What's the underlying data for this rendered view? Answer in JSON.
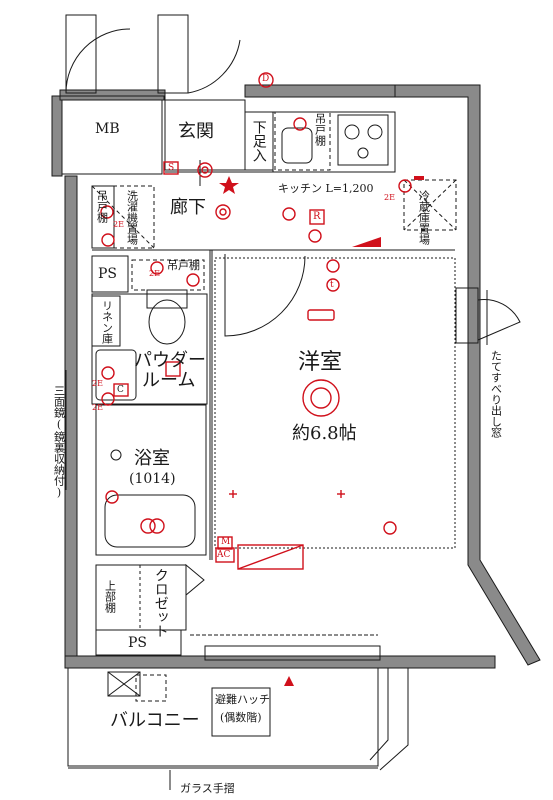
{
  "rooms": {
    "mb": "MB",
    "entrance": "玄関",
    "shoe_box": "下足入",
    "hanging_shelf_entry": "吊戸棚",
    "kitchen": "キッチン L=1,200",
    "fridge": "冷蔵庫置場",
    "hallway": "廊下",
    "hanging_shelf_small": "吊戸棚",
    "washer": "洗濯機置場",
    "ps_top": "PS",
    "hanging_shelf_powder": "吊戸棚",
    "linen": "リネン庫",
    "powder_room_1": "パウダー",
    "powder_room_2": "ルーム",
    "western_room": "洋室",
    "western_size": "約6.8帖",
    "bathroom": "浴室",
    "bath_size": "(1014)",
    "upper_shelf": "上部棚",
    "closet": "クロゼット",
    "ps_bottom": "PS",
    "balcony": "バルコニー",
    "escape_hatch_1": "避難ハッチ",
    "escape_hatch_2": "(偶数階)",
    "window_note": "たてすべり出し窓",
    "mirror_note": "三面鏡(鏡裏収納付)",
    "glass_rail": "ガラス手摺"
  },
  "symbols": {
    "d_label": "D",
    "r_label": "R",
    "t_label": "t",
    "m_label": "M",
    "ac_label": "AC",
    "c_label": "C",
    "s_label": "S",
    "two_e_1": "2E",
    "two_e_2": "2E",
    "two_e_3": "2E",
    "two_e_4": "2E",
    "two_e_5": "2E"
  },
  "colors": {
    "wall": "#8a8a8a",
    "line": "#1a1a1a",
    "symbol_red": "#d0101b"
  }
}
